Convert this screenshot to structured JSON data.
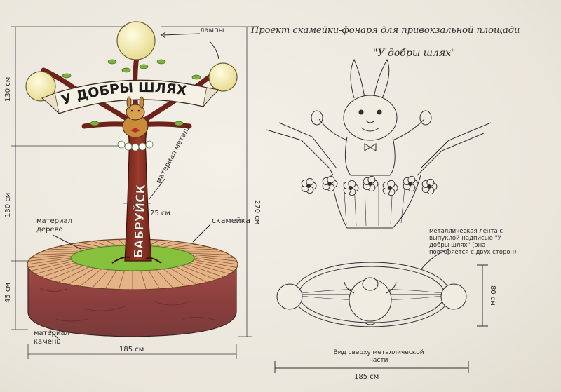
{
  "title": {
    "line1": "Проект скамейки-фонаря для привокзальной площади",
    "line2": "\"У добры шлях\""
  },
  "banner_text": "У ДОБРЫ ШЛЯХ",
  "trunk_text": "БАБРУЙСК",
  "labels": {
    "lamps": "лампы",
    "trunk_material": "материал металл",
    "wood_material": "материал дерево",
    "bench": "скамейка",
    "stone_material": "материал камень",
    "metal_band": "металлическая лента с выпуклой надписью \"У добры шлях\" (она повторяется с двух сторон)",
    "top_view": "Вид сверху металлической части"
  },
  "dimensions": {
    "top_height": "130 см",
    "mid_height": "130 см",
    "total_height": "270 см",
    "base_height": "45 см",
    "trunk_width": "25 см",
    "base_width": "185 см",
    "plan_width": "185 см",
    "plan_depth": "80 см"
  },
  "colors": {
    "paper": "#ece8df",
    "wood": "#8a2f24",
    "stone": "#8a3f3d",
    "grass": "#7fb23a",
    "lamp": "#f2eab0",
    "pencil": "#2a2a2a"
  }
}
